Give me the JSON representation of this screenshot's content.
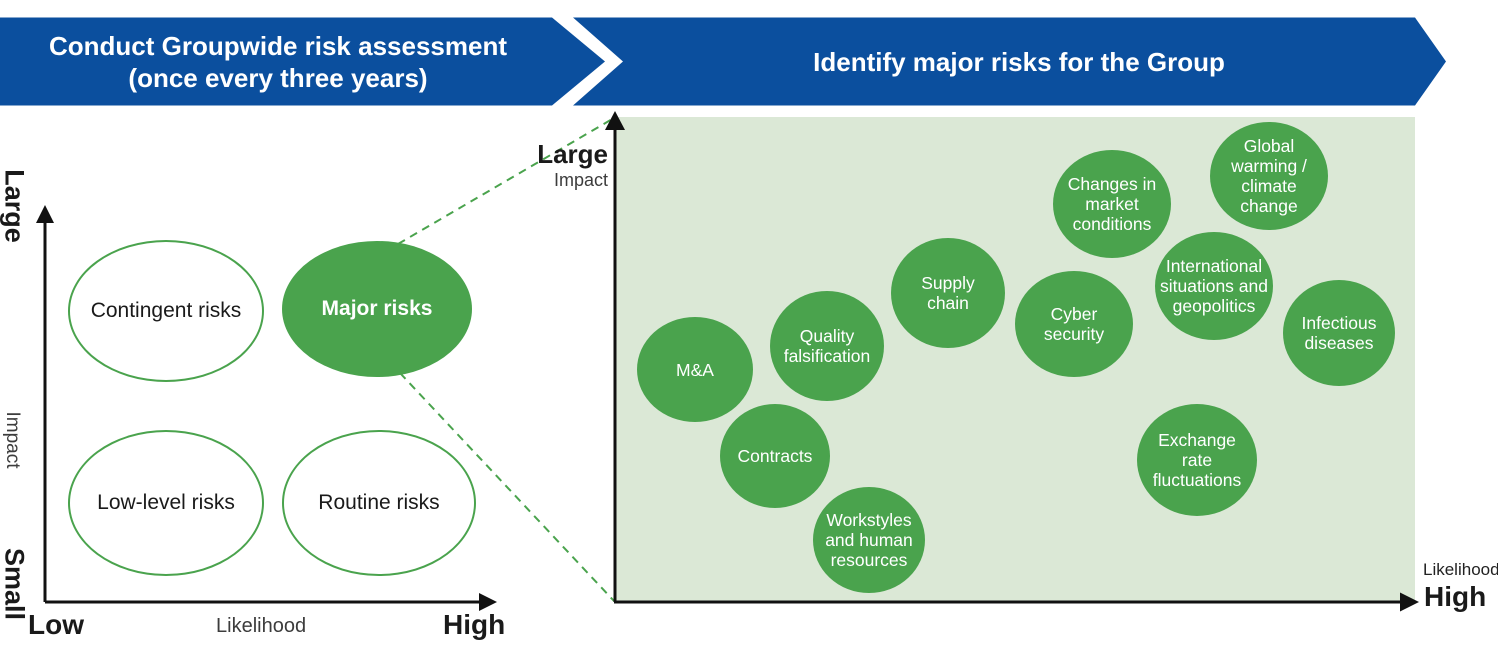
{
  "banners": {
    "left": {
      "line1": "Conduct Groupwide risk assessment",
      "line2": "(once every three years)"
    },
    "right": {
      "label": "Identify major risks for the Group"
    }
  },
  "matrix": {
    "y_axis": {
      "top_label": "Large",
      "axis_label": "Impact",
      "bottom_label": "Small"
    },
    "x_axis": {
      "left_label": "Low",
      "axis_label": "Likelihood",
      "right_label": "High"
    },
    "quadrants": [
      {
        "label": "Contingent risks",
        "filled": false
      },
      {
        "label": "Major risks",
        "filled": true
      },
      {
        "label": "Low-level risks",
        "filled": false
      },
      {
        "label": "Routine risks",
        "filled": false
      }
    ]
  },
  "panel": {
    "y_axis": {
      "top_label": "Large",
      "axis_label": "Impact"
    },
    "x_axis": {
      "axis_label": "Likelihood",
      "right_label": "High"
    },
    "risks": [
      "M&A",
      "Quality falsification",
      "Supply chain",
      "Cyber security",
      "Changes in market conditions",
      "Global warming / climate change",
      "International situations and geopolitics",
      "Infectious diseases",
      "Contracts",
      "Workstyles and human resources",
      "Exchange rate fluctuations"
    ]
  },
  "colors": {
    "banner_blue": "#0b4f9e",
    "bubble_green": "#4aa34d",
    "panel_background": "#dbe8d6",
    "axis_black": "#111111"
  }
}
